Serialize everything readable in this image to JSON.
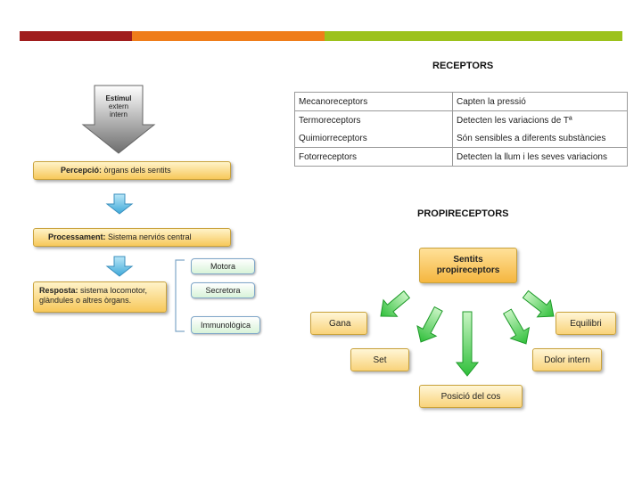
{
  "colors": {
    "bar_red": "#a01d1d",
    "bar_orange": "#ef7d1a",
    "bar_green": "#9cc21c",
    "arrow_green": "#2fbf3a",
    "arrow_blue": "#6fc6e8"
  },
  "flow": {
    "stimulus_lines": [
      "Estímul",
      "extern",
      "intern"
    ],
    "perception_bold": "Percepció:",
    "perception_rest": " òrgans dels sentits",
    "processing_bold": "Processament:",
    "processing_rest": " Sistema nerviós central",
    "response_bold": "Resposta:",
    "response_rest": " sistema locomotor, glàndules o altres òrgans.",
    "types": [
      "Motora",
      "Secretora",
      "Immunològica"
    ]
  },
  "receptors": {
    "title": "RECEPTORS",
    "rows": [
      [
        "Mecanoreceptors",
        "Capten la pressió"
      ],
      [
        "Termoreceptors",
        "Detecten les variacions de Tª"
      ],
      [
        "Quimiorreceptors",
        "Són sensibles a diferents substàncies"
      ],
      [
        "Fotorreceptors",
        "Detecten la llum i les seves variacions"
      ]
    ]
  },
  "proprioceptors": {
    "title": "PROPIRECEPTORS",
    "center_lines": [
      "Sentits",
      "propireceptors"
    ],
    "items": {
      "gana": "Gana",
      "set": "Set",
      "posicio": "Posició del cos",
      "dolor": "Dolor intern",
      "equilibri": "Equilibri"
    }
  }
}
